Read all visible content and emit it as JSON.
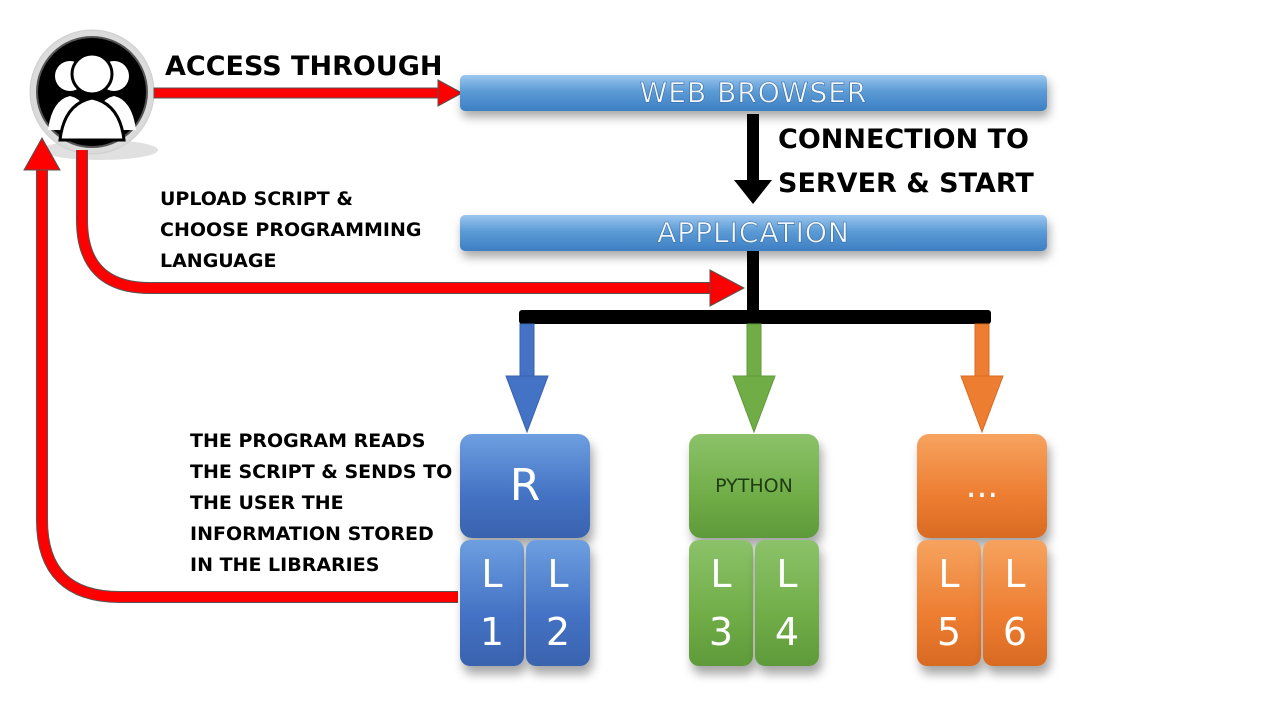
{
  "labels": {
    "access": "ACCESS THROUGH",
    "connection_line1": "CONNECTION TO",
    "connection_line2": "SERVER & START",
    "upload_line1": "UPLOAD SCRIPT &",
    "upload_line2": "CHOOSE PROGRAMMING",
    "upload_line3": "LANGUAGE",
    "reads_line1": "THE PROGRAM READS",
    "reads_line2": "THE SCRIPT & SENDS TO",
    "reads_line3": "THE USER THE",
    "reads_line4": "INFORMATION STORED",
    "reads_line5": "IN THE LIBRARIES"
  },
  "bars": {
    "browser": "WEB BROWSER",
    "application": "APPLICATION"
  },
  "languages": {
    "r": {
      "label": "R",
      "libraries": [
        {
          "letter": "L",
          "num": "1"
        },
        {
          "letter": "L",
          "num": "2"
        }
      ]
    },
    "python": {
      "label": "PYTHON",
      "libraries": [
        {
          "letter": "L",
          "num": "3"
        },
        {
          "letter": "L",
          "num": "4"
        }
      ]
    },
    "other": {
      "label": "...",
      "libraries": [
        {
          "letter": "L",
          "num": "5"
        },
        {
          "letter": "L",
          "num": "6"
        }
      ]
    }
  },
  "colors": {
    "user_arrows": "#ff0000",
    "r_branch": "#4472c4",
    "python_branch": "#70ad47",
    "other_branch": "#ed7d31",
    "connector": "#000000"
  }
}
